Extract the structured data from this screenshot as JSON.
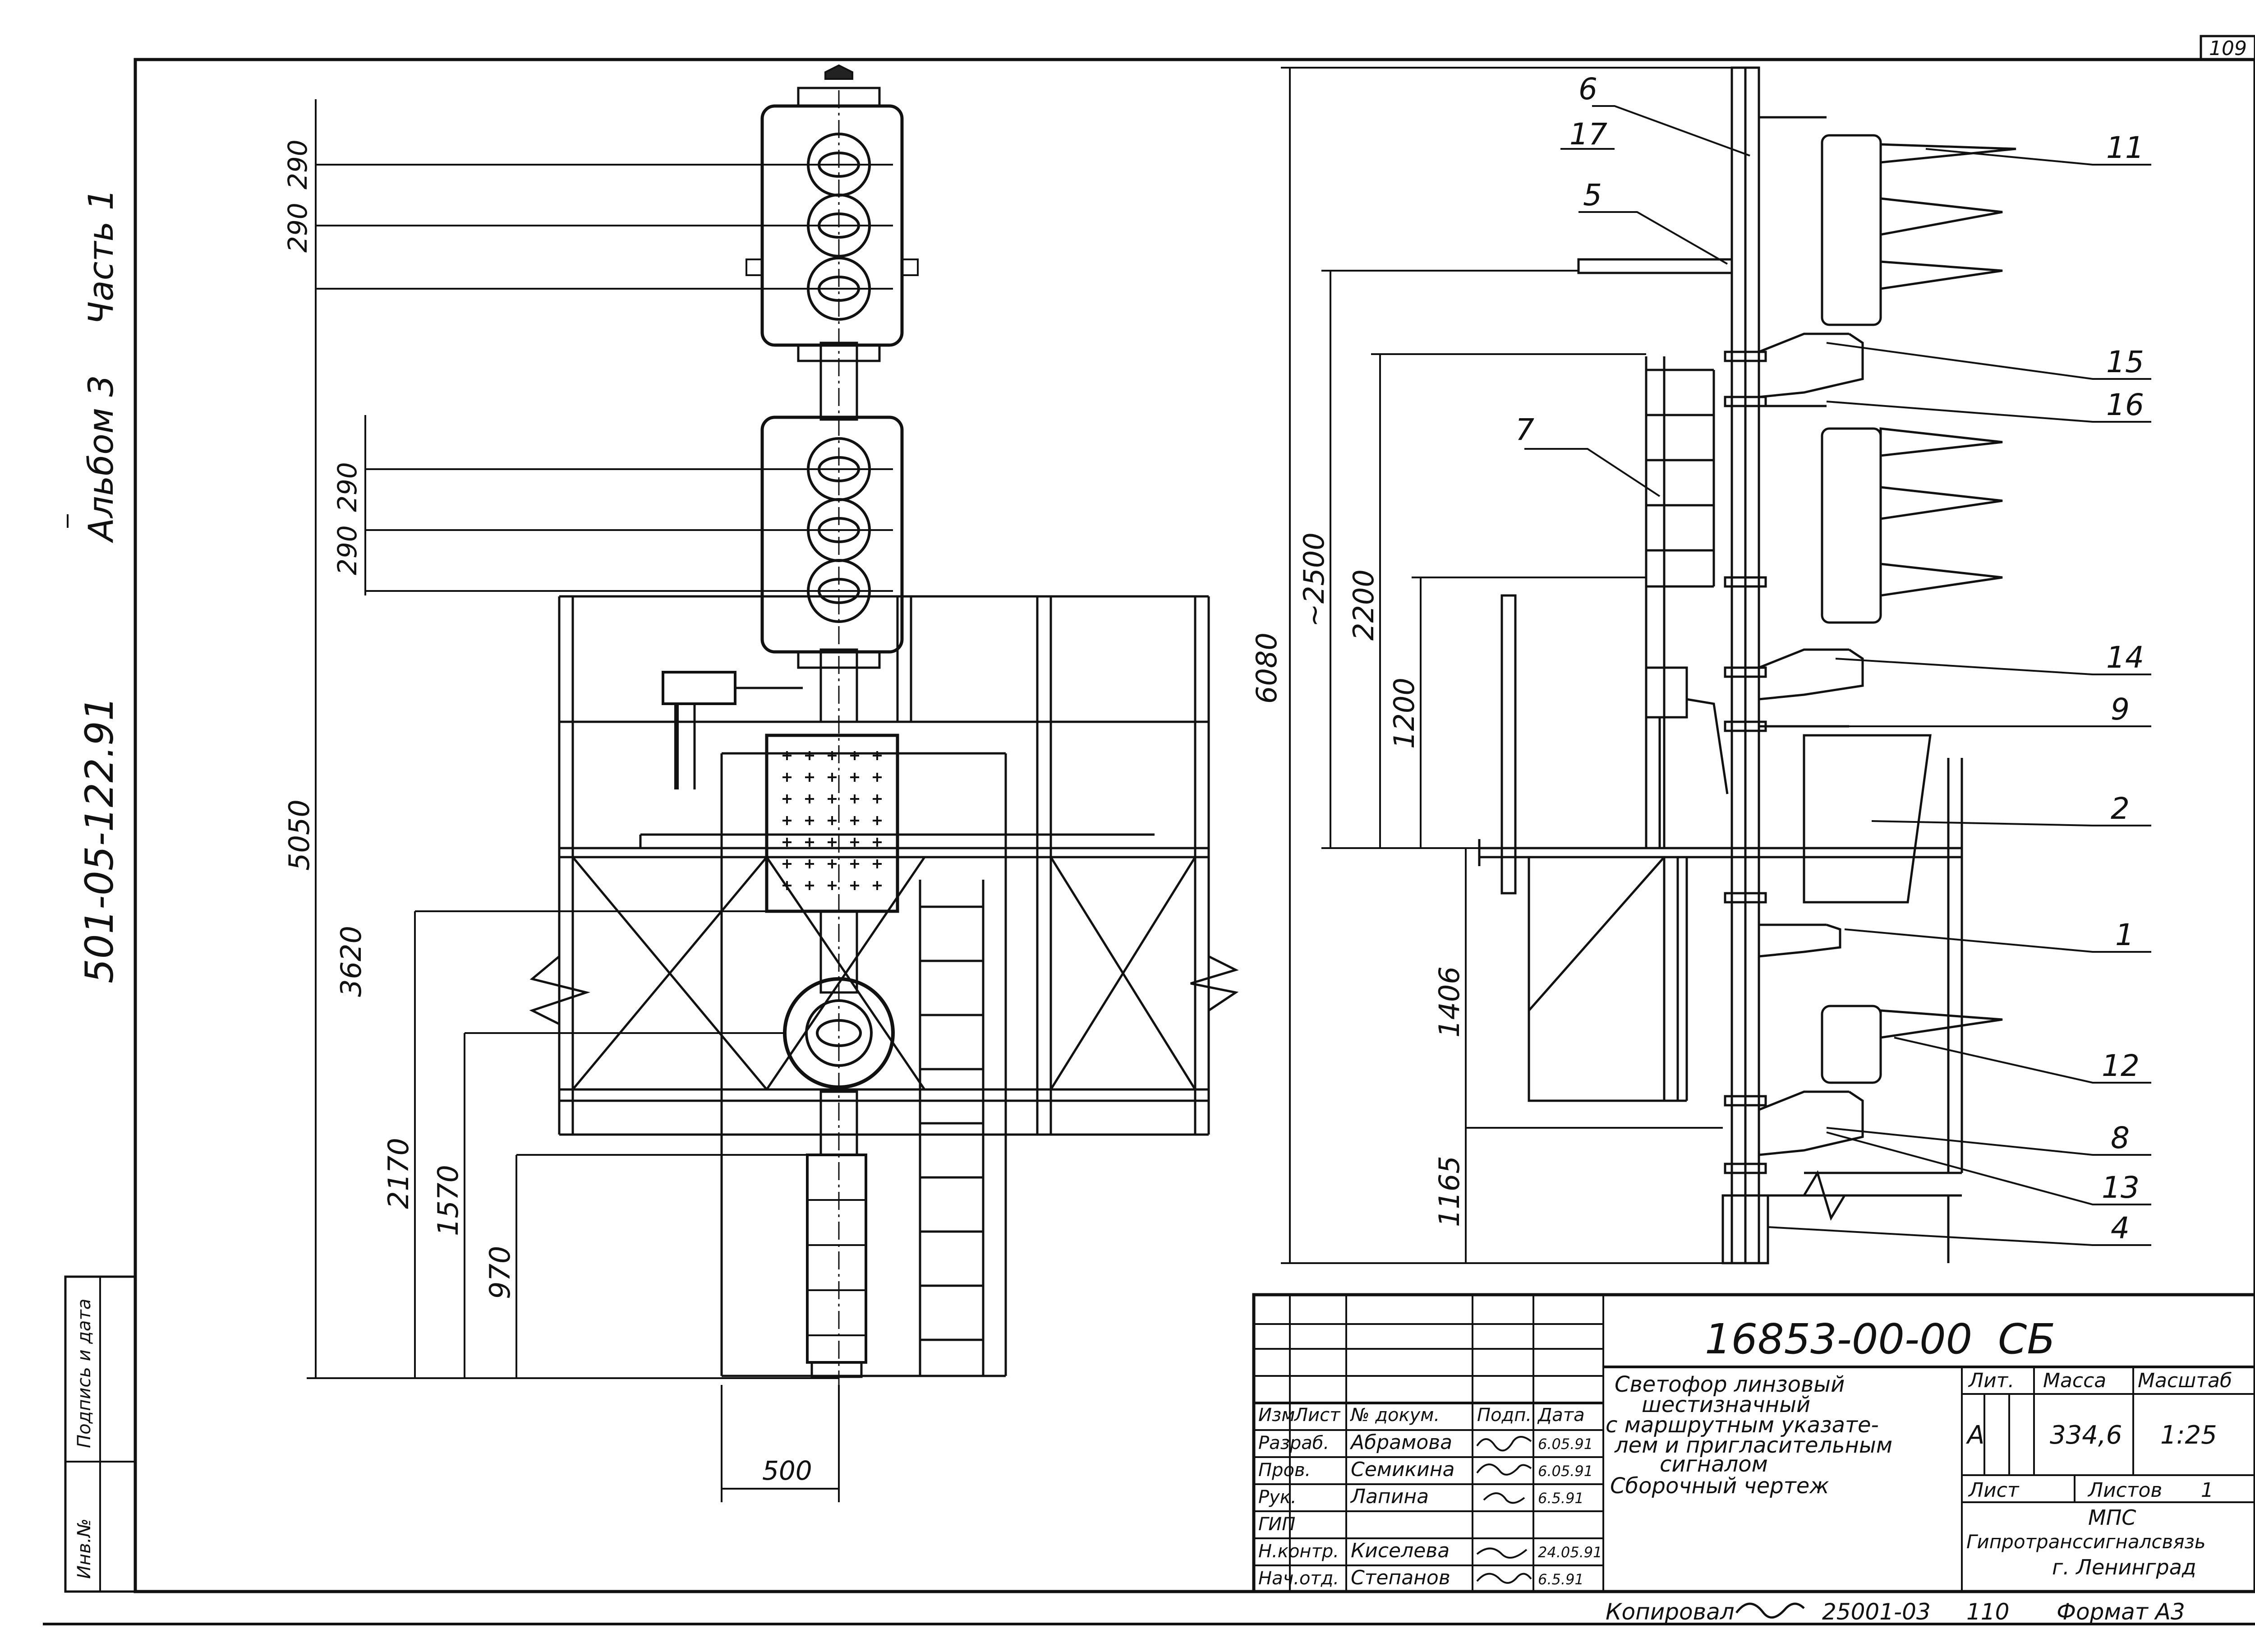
{
  "sheet": {
    "page_number": "109",
    "album_code": "501-05-122.91",
    "album": "Альбом 3",
    "part": "Часть 1",
    "side_stamp": {
      "sign_date": "Подпись и дата",
      "inv_no": "Инв.№"
    },
    "copied_line": "Копировал",
    "copied_number": "25001-03",
    "copied_code": "110",
    "format_label": "Формат А3"
  },
  "left_view": {
    "dims": [
      "290",
      "290",
      "290",
      "290",
      "5050",
      "3620",
      "2170",
      "1570",
      "970",
      "500"
    ]
  },
  "right_view": {
    "dims": [
      "6080",
      "~2500",
      "2200",
      "1200",
      "1406",
      "1165"
    ],
    "callouts": [
      "6",
      "17",
      "5",
      "7",
      "11",
      "15",
      "16",
      "14",
      "9",
      "2",
      "1",
      "12",
      "8",
      "13",
      "4"
    ]
  },
  "title_block": {
    "doc_code": "16853-00-00",
    "doc_suffix": "СБ",
    "title_lines": [
      "Светофор линзовый",
      "шестизначный",
      "с маршрутным указате-",
      "лем и пригласительным",
      "сигналом",
      "Сборочный чертеж"
    ],
    "headers": {
      "izm": "Изм",
      "list": "Лист",
      "doc": "№ докум.",
      "sign": "Подп.",
      "date": "Дата"
    },
    "rows": [
      {
        "role": "Разраб.",
        "name": "Абрамова",
        "date": "6.05.91"
      },
      {
        "role": "Пров.",
        "name": "Семикина",
        "date": "6.05.91"
      },
      {
        "role": "Рук.",
        "name": "Лапина",
        "date": "6.5.91"
      },
      {
        "role": "ГИП",
        "name": "",
        "date": ""
      },
      {
        "role": "Н.контр.",
        "name": "Киселева",
        "date": "24.05.91"
      },
      {
        "role": "Нач.отд.",
        "name": "Степанов",
        "date": "6.5.91"
      }
    ],
    "lit_label": "Лит.",
    "mass_label": "Масса",
    "scale_label": "Масштаб",
    "lit_value": "А",
    "mass_value": "334,6",
    "scale_value": "1:25",
    "sheet_label": "Лист",
    "sheets_label": "Листов",
    "sheets_value": "1",
    "org_lines": [
      "МПС",
      "Гипротранссигналсвязь",
      "г. Ленинград"
    ]
  }
}
